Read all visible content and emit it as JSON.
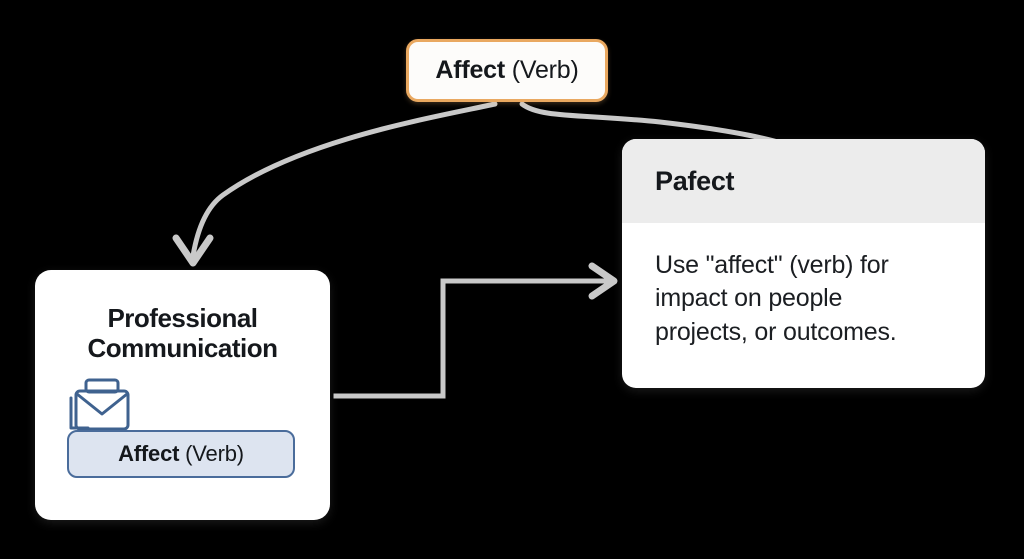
{
  "diagram": {
    "background_color": "#000000",
    "connector_color": "#c9c9c9",
    "accent_orange": "#e9a860",
    "accent_blue": "#4a6c9b",
    "pill_fill": "#dde4f0",
    "header_gray": "#ececec"
  },
  "top_box": {
    "name": "affect-verb-node",
    "term": "Affect",
    "part_of_speech": "(Verb)"
  },
  "left_card": {
    "title_line1": "Professional",
    "title_line2": "Communication",
    "icon": "mail-envelope-icon",
    "pill": {
      "term": "Affect",
      "part_of_speech": "(Verb)"
    }
  },
  "right_card": {
    "header_title": "Pafect",
    "body_line1": "Use \"affect\" (verb) for",
    "body_line2": "impact on people",
    "body_line3": "projects, or outcomes."
  },
  "connectors": [
    {
      "name": "top-to-left-curved-arrow",
      "from": "affect-verb-node",
      "to": "professional-communication-card",
      "style": "curved",
      "arrowhead": "down"
    },
    {
      "name": "top-to-right-curved-link",
      "from": "affect-verb-node",
      "to": "pafect-card",
      "style": "curved",
      "arrowhead": "none"
    },
    {
      "name": "left-to-right-elbow-arrow",
      "from": "professional-communication-card",
      "to": "pafect-card",
      "style": "orthogonal",
      "arrowhead": "right"
    }
  ]
}
